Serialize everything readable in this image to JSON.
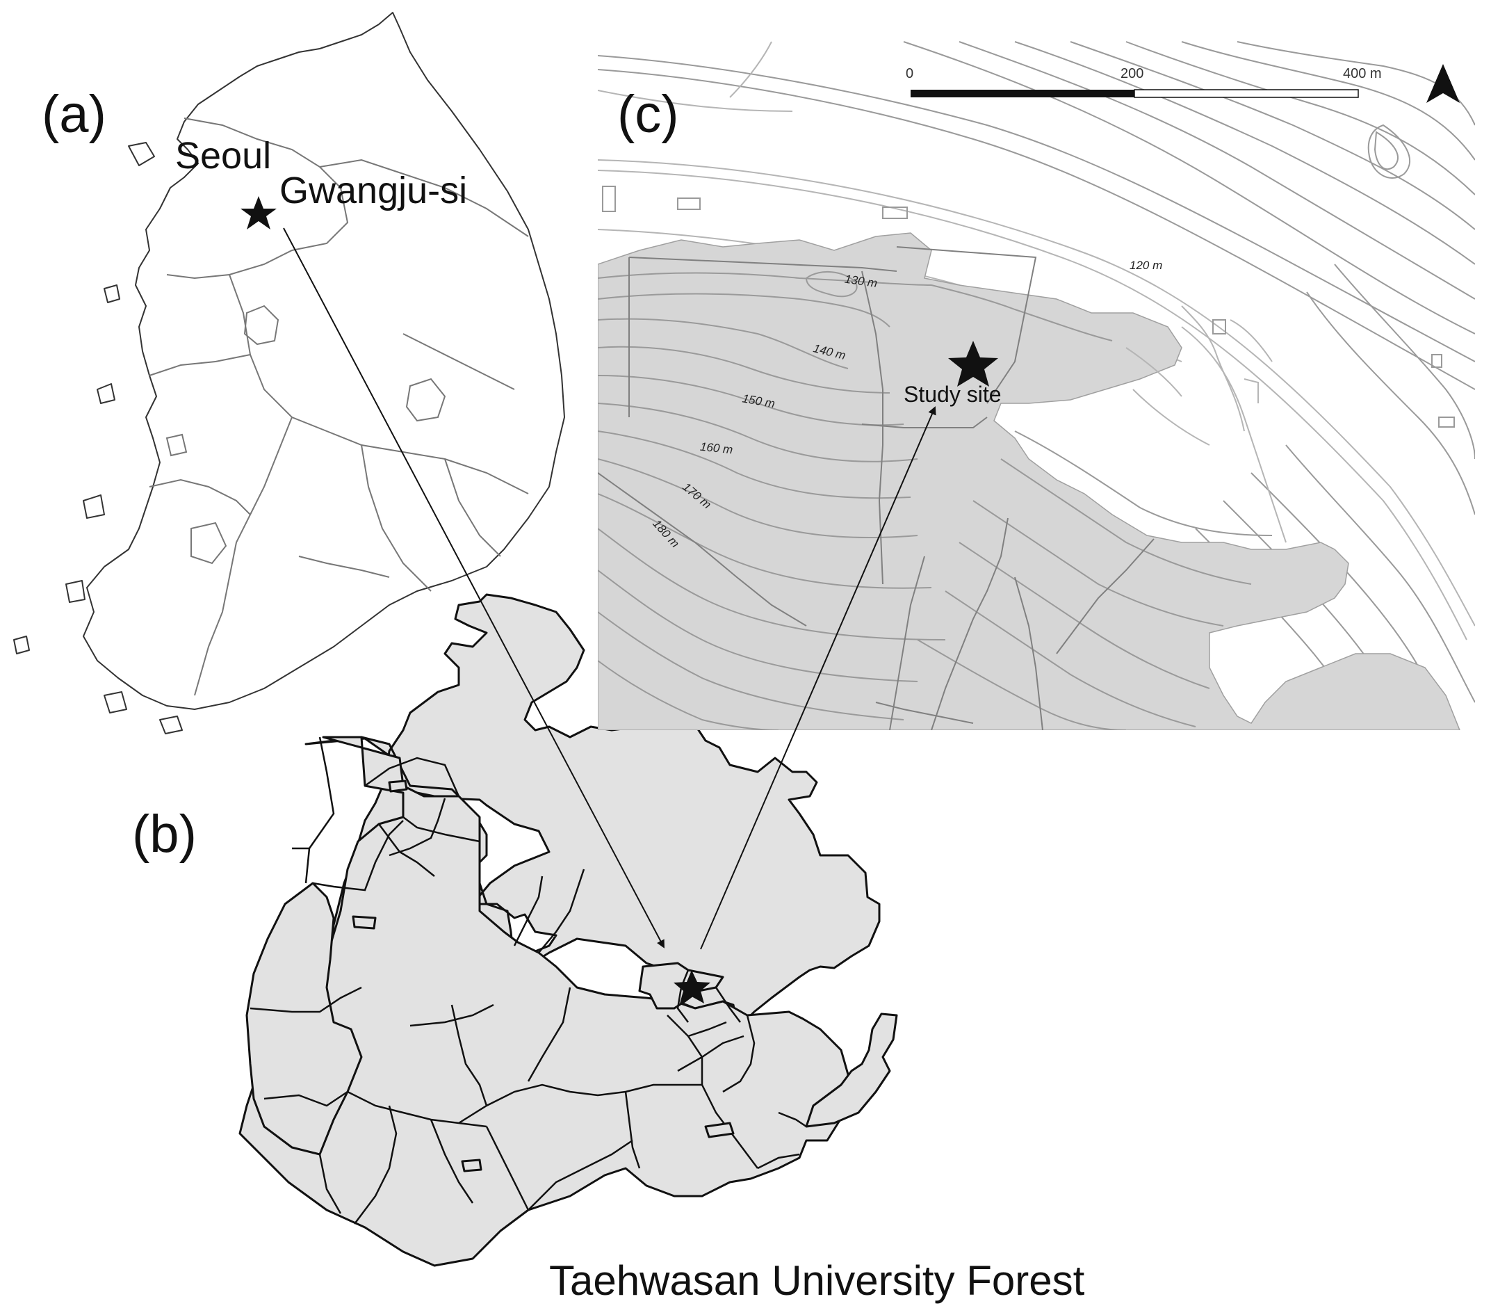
{
  "panels": {
    "a": {
      "label": "(a)",
      "places": [
        {
          "name": "Seoul"
        },
        {
          "name": "Gwangju-si"
        }
      ]
    },
    "b": {
      "label": "(b)",
      "title": "Taehwasan University Forest"
    },
    "c": {
      "label": "(c)",
      "contour_labels": [
        "120 m",
        "130 m",
        "140 m",
        "150 m",
        "160 m",
        "170 m",
        "180 m"
      ],
      "site_label": "Study site",
      "scale_bar": {
        "ticks": [
          "0",
          "200",
          "400 m"
        ]
      },
      "north_arrow": "north-arrow-icon"
    }
  },
  "colors": {
    "forest_fill": "#e2e2e2",
    "study_area_fill": "#d6d6d6",
    "contour": "#9a9a9a",
    "outline": "#333333"
  },
  "icons": [
    "star-icon",
    "north-arrow-icon"
  ]
}
